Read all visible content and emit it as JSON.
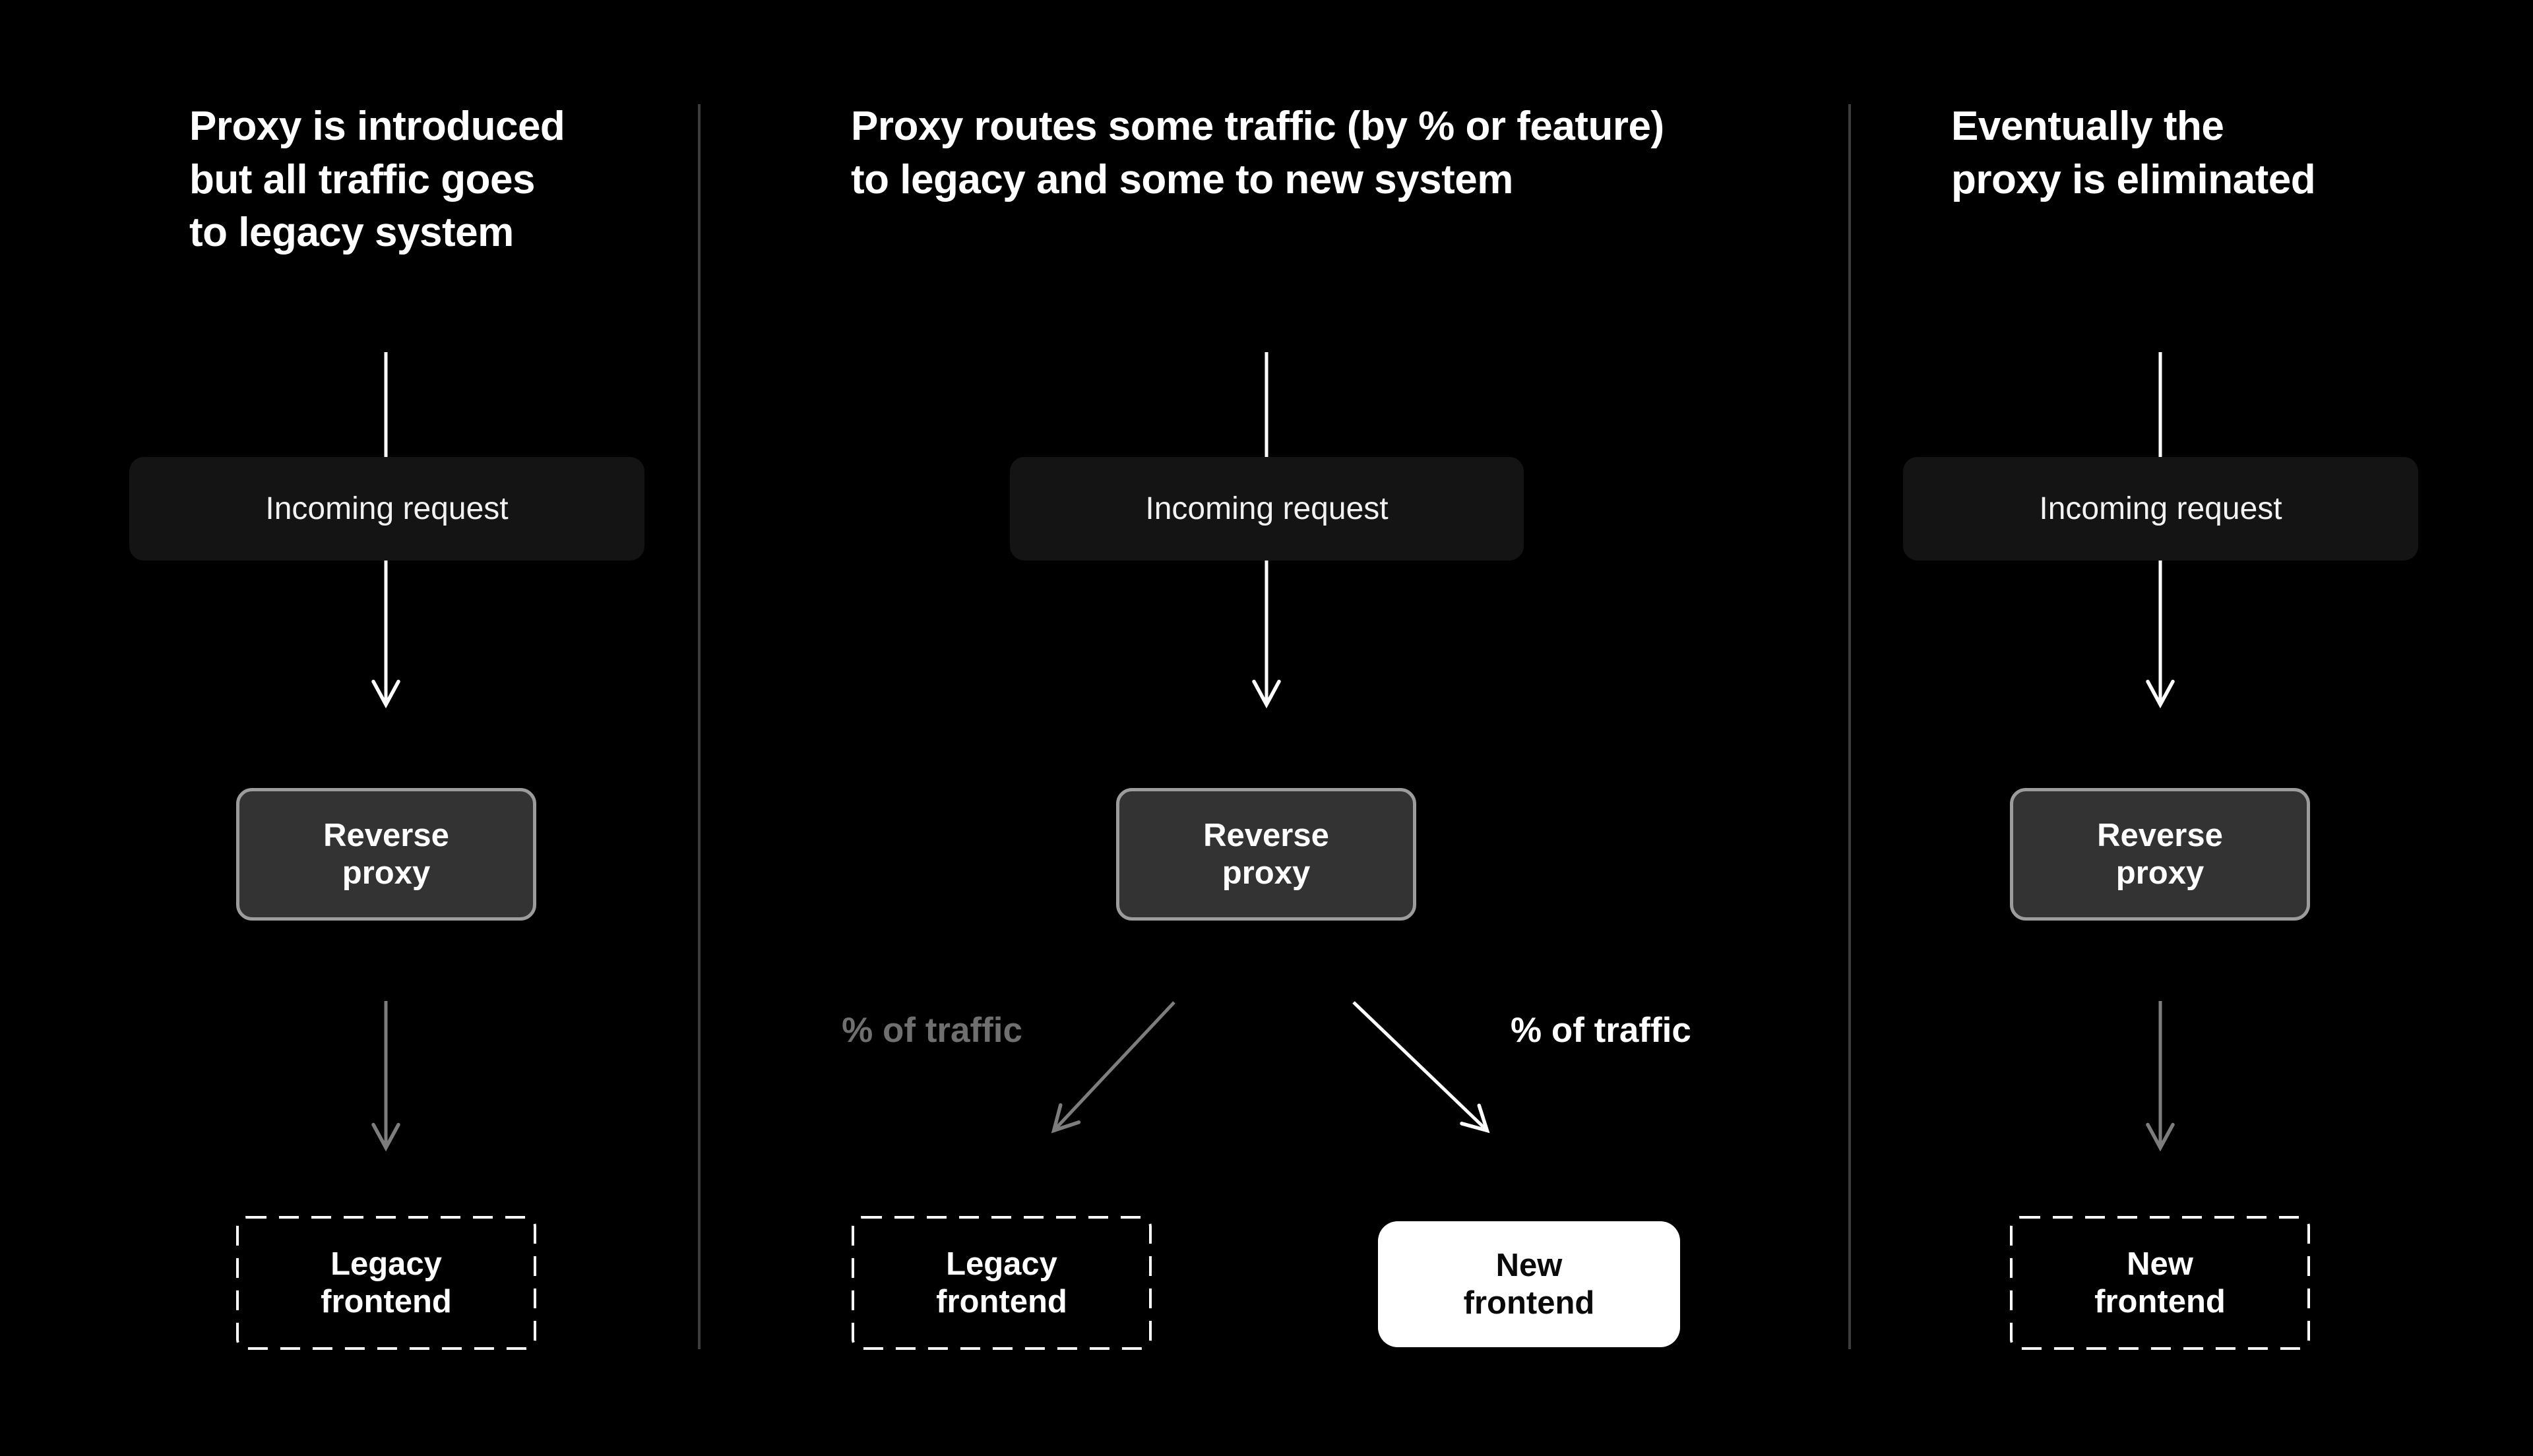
{
  "diagram": {
    "panels": [
      {
        "title": "Proxy is introduced\nbut all traffic goes\nto legacy system",
        "incoming": "Incoming request",
        "proxy": "Reverse\nproxy",
        "legacy": "Legacy\nfrontend"
      },
      {
        "title": "Proxy routes some traffic (by % or feature)\nto legacy and some to new system",
        "incoming": "Incoming request",
        "proxy": "Reverse\nproxy",
        "legacy": "Legacy\nfrontend",
        "new": "New\nfrontend",
        "traffic_left": "% of traffic",
        "traffic_right": "% of traffic"
      },
      {
        "title": "Eventually the\nproxy is eliminated",
        "incoming": "Incoming request",
        "proxy": "Reverse\nproxy",
        "new": "New\nfrontend"
      }
    ],
    "colors": {
      "background": "#000000",
      "divider": "#3d3d3d",
      "incoming_box_fill": "#141414",
      "proxy_box_fill": "#333333",
      "proxy_box_border": "#9c9c9c",
      "dashed_border": "#ffffff",
      "white_box_fill": "#ffffff",
      "arrow_white": "#ffffff",
      "arrow_gray": "#7d7d7d",
      "traffic_label_gray": "#6f6f6f",
      "text_white": "#ffffff"
    }
  }
}
